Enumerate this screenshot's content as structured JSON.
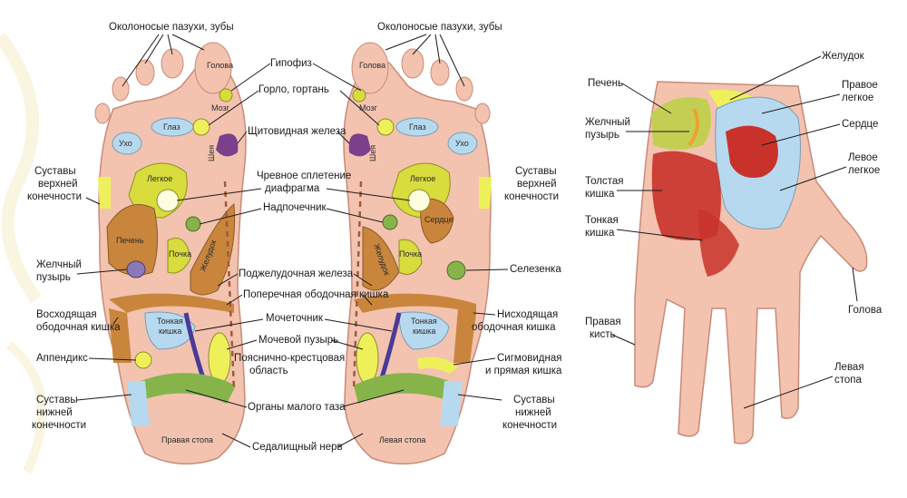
{
  "labels": {
    "sinuses_teeth": "Околоносые пазухи, зубы",
    "pituitary": "Гипофиз",
    "throat": "Горло, гортань",
    "thyroid": "Щитовидная железа",
    "solar_plexus_1": "Чревное сплетение",
    "solar_plexus_2": "диафрагма",
    "adrenal": "Надпочечник",
    "pancreas": "Поджелудочная железа",
    "transverse_colon": "Поперечная ободочная кишка",
    "ureter": "Мочеточник",
    "bladder": "Мочевой пузырь",
    "lumbosacral_1": "Пояснично-крестцовая",
    "lumbosacral_2": "область",
    "pelvic_organs": "Органы малого таза",
    "sciatic_nerve": "Седалищный нерв",
    "upper_joints_1": "Суставы",
    "upper_joints_2": "верхней",
    "upper_joints_3": "конечности",
    "gallbladder_1": "Желчный",
    "gallbladder_2": "пузырь",
    "ascending_colon_1": "Восходящая",
    "ascending_colon_2": "ободочная кишка",
    "appendix": "Аппендикс",
    "lower_joints_1": "Суставы",
    "lower_joints_2": "нижней",
    "lower_joints_3": "конечности",
    "spleen": "Селезенка",
    "descending_colon_1": "Нисходящая",
    "descending_colon_2": "ободочная кишка",
    "sigmoid_1": "Сигмовидная",
    "sigmoid_2": "и прямая кишка",
    "hand_stomach": "Желудок",
    "hand_liver": "Печень",
    "hand_gall_1": "Желчный",
    "hand_gall_2": "пузырь",
    "hand_right_lung_1": "Правое",
    "hand_right_lung_2": "легкое",
    "hand_heart": "Сердце",
    "hand_left_lung_1": "Левое",
    "hand_left_lung_2": "легкое",
    "hand_large_int_1": "Толстая",
    "hand_large_int_2": "кишка",
    "hand_small_int_1": "Тонкая",
    "hand_small_int_2": "кишка",
    "hand_head": "Голова",
    "hand_right_1": "Правая",
    "hand_right_2": "кисть",
    "hand_left_foot_1": "Левая",
    "hand_left_foot_2": "стопа"
  },
  "organs": {
    "head": "Голова",
    "brain": "Мозг",
    "eye": "Глаз",
    "ear": "Ухо",
    "neck": "Шея",
    "lung": "Легкое",
    "liver": "Печень",
    "kidney": "Почка",
    "stomach": "Желудок",
    "heart": "Сердце",
    "small_intestine_1": "Тонкая",
    "small_intestine_2": "кишка",
    "right_foot": "Правая стопа",
    "left_foot": "Левая стопа"
  },
  "colors": {
    "skin": "#f3c3b0",
    "outline": "#c98a78",
    "lung": "#d8dc3c",
    "liver": "#c9853c",
    "purple": "#7b3f8c",
    "blue": "#b7d9ef",
    "green": "#86b44a",
    "yellow": "#eef05a",
    "red": "#c8322a"
  }
}
